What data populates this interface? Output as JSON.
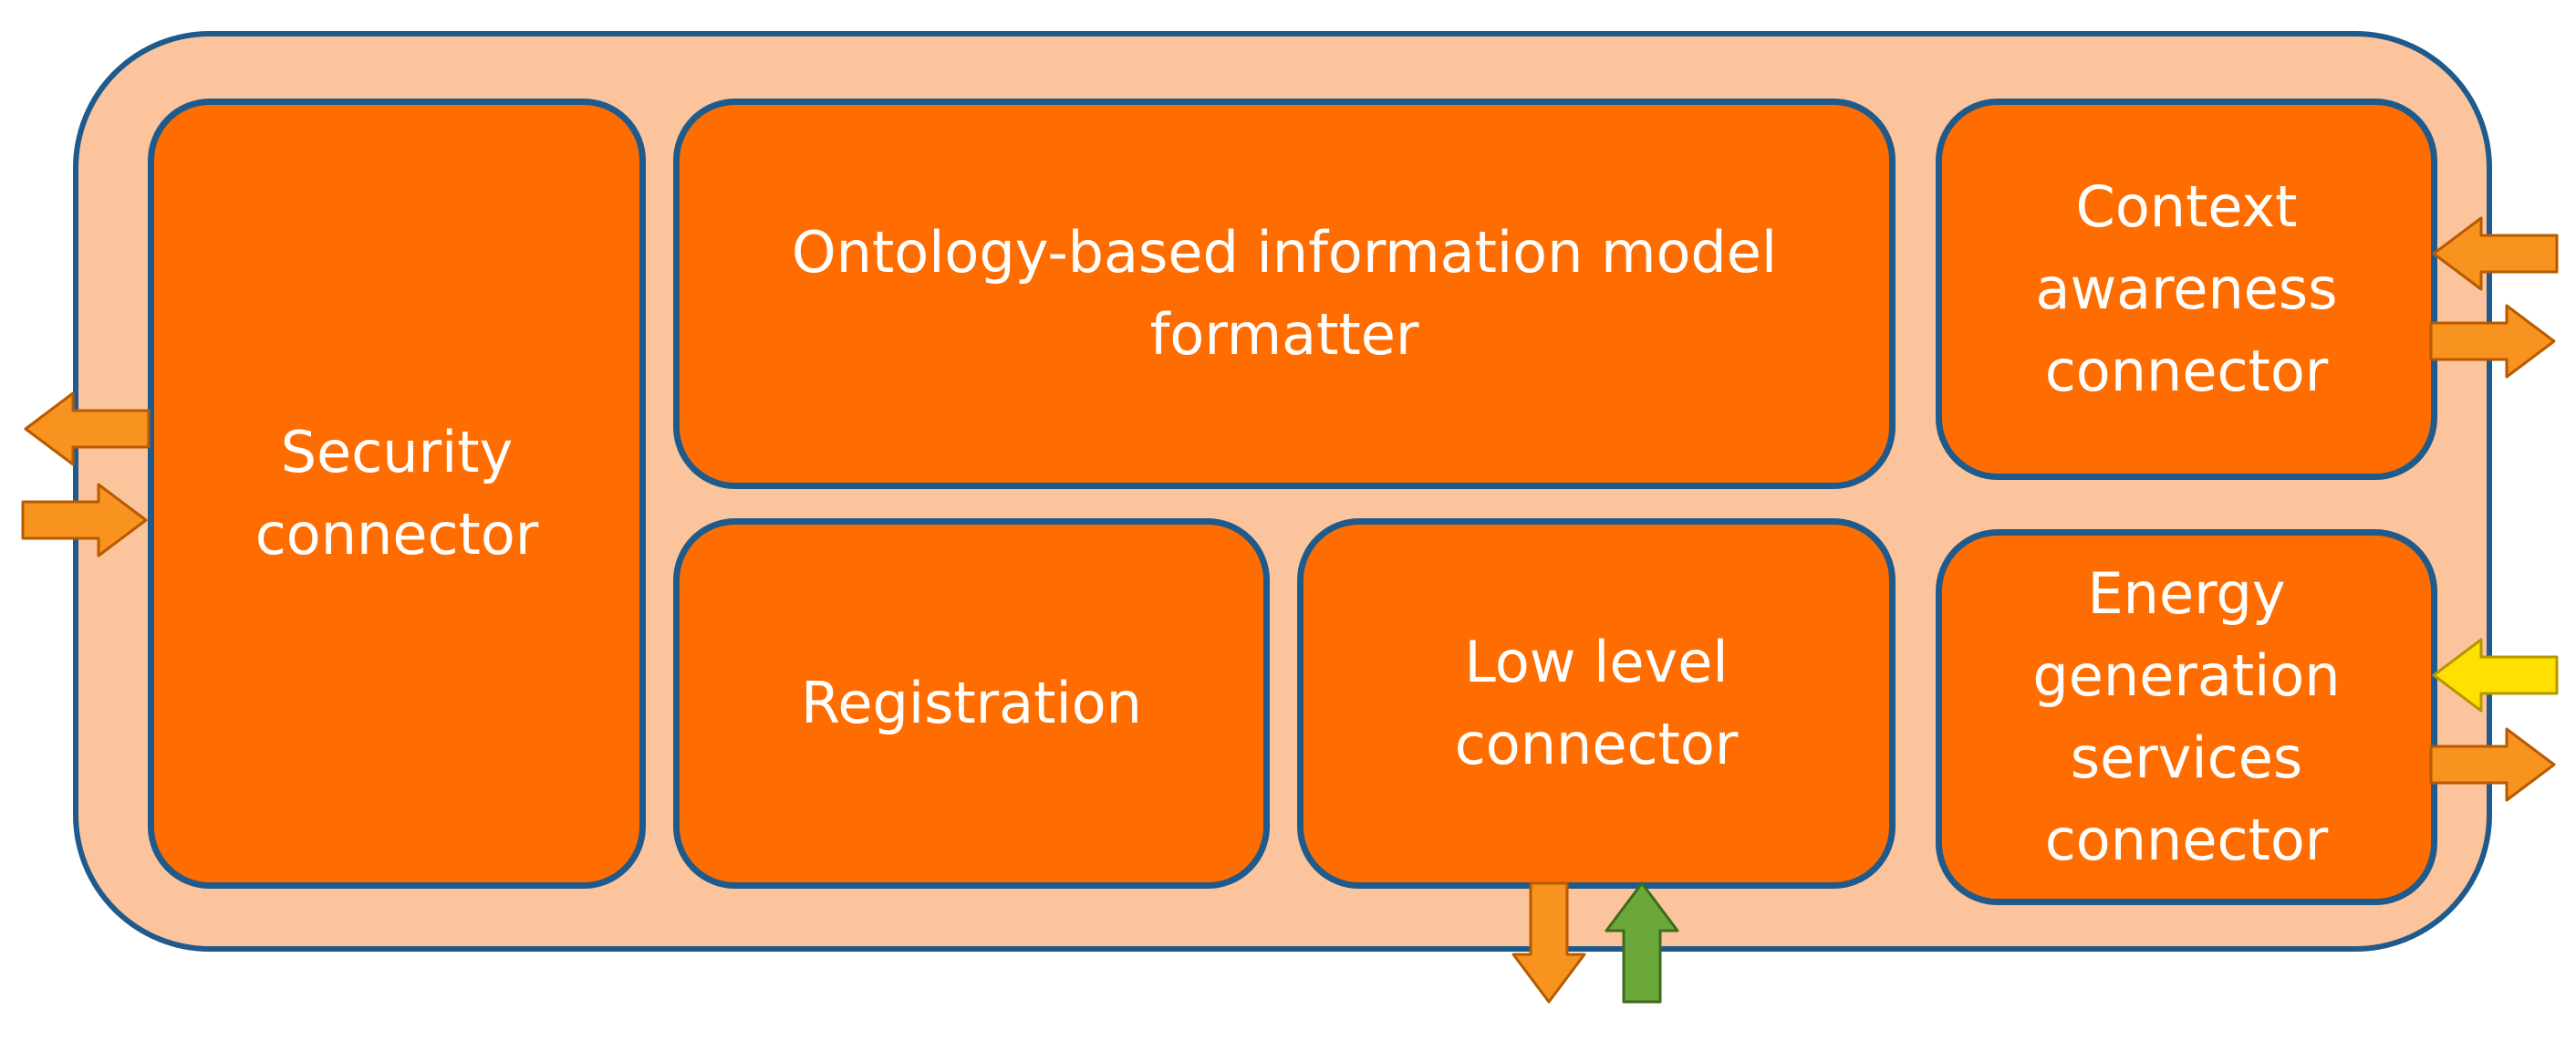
{
  "modules": {
    "security": {
      "label": "Security\nconnector"
    },
    "ontology": {
      "label": "Ontology-based information model\nformatter"
    },
    "context": {
      "label": "Context\nawareness\nconnector"
    },
    "registration": {
      "label": "Registration"
    },
    "low_level": {
      "label": "Low level\nconnector"
    },
    "energy": {
      "label": "Energy\ngeneration\nservices\nconnector"
    }
  },
  "colors": {
    "frame_fill": "#fbc49c",
    "frame_border": "#1f5a8c",
    "module_fill": "#ff6d00",
    "module_text": "#ffffff",
    "arrow_orange": "#f7931e",
    "arrow_yellow": "#ffe000",
    "arrow_green": "#6aa83a"
  },
  "arrows": [
    {
      "name": "security-input-arrow-left",
      "direction": "left",
      "color": "orange"
    },
    {
      "name": "security-output-arrow-right",
      "direction": "right",
      "color": "orange"
    },
    {
      "name": "context-input-arrow-left",
      "direction": "left",
      "color": "orange"
    },
    {
      "name": "context-output-arrow-right",
      "direction": "right",
      "color": "orange"
    },
    {
      "name": "energy-input-arrow-left",
      "direction": "left",
      "color": "yellow"
    },
    {
      "name": "energy-output-arrow-right",
      "direction": "right",
      "color": "orange"
    },
    {
      "name": "lowlevel-output-arrow-down",
      "direction": "down",
      "color": "orange"
    },
    {
      "name": "lowlevel-input-arrow-up",
      "direction": "up",
      "color": "green"
    }
  ]
}
